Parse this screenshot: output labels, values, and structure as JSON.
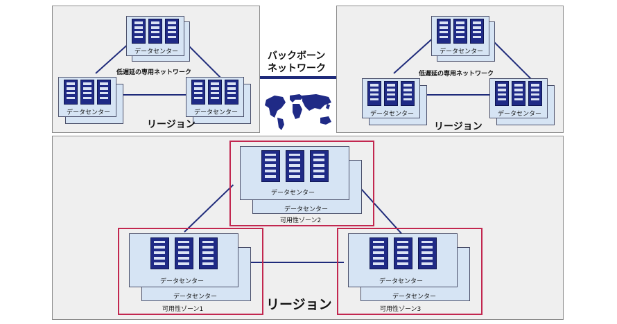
{
  "colors": {
    "panel_bg": "#efefef",
    "dc_fill": "#d6e4f4",
    "rack": "#1f2a86",
    "link": "#1e2a7a",
    "az_border": "#c2274f"
  },
  "top_left": {
    "region_label": "リージョン",
    "network_label": "低遅延の専用ネットワーク",
    "dc_top": "データセンター",
    "dc_left": "データセンター",
    "dc_right": "データセンター"
  },
  "backbone": {
    "line1": "バックボーン",
    "line2": "ネットワーク",
    "map_icon": "world-map-icon"
  },
  "top_right": {
    "region_label": "リージョン",
    "network_label": "低遅延の専用ネットワーク",
    "dc_top": "データセンター",
    "dc_left": "データセンター",
    "dc_right": "データセンター"
  },
  "bottom": {
    "region_label": "リージョン",
    "az1": {
      "label": "可用性ゾーン1",
      "front": "データセンター",
      "back": "データセンター"
    },
    "az2": {
      "label": "可用性ゾーン2",
      "front": "データセンター",
      "back": "データセンター"
    },
    "az3": {
      "label": "可用性ゾーン3",
      "front": "データセンター",
      "back": "データセンター"
    }
  }
}
